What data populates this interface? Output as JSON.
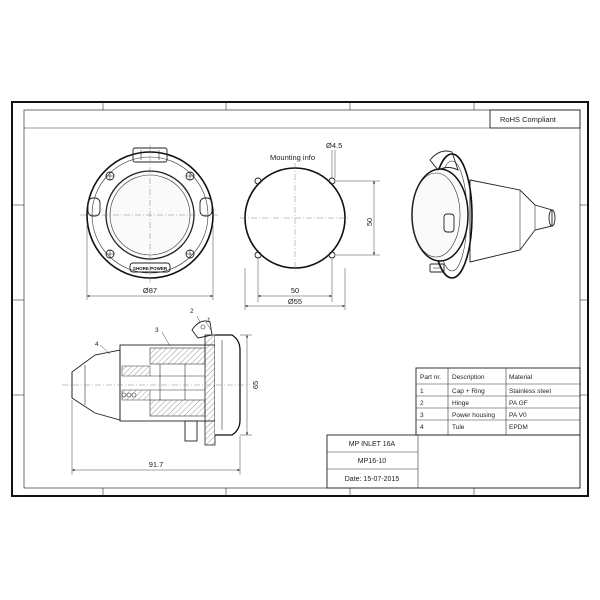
{
  "header": {
    "rohs": "RoHS Compliant"
  },
  "front_view": {
    "diameter": "Ø87",
    "logo_text": "SHORE POWER"
  },
  "mounting": {
    "title": "Mounting info",
    "hole": "Ø4.5",
    "width": "50",
    "height": "50",
    "diameter": "Ø55"
  },
  "section_view": {
    "callouts": [
      "1",
      "2",
      "3",
      "4"
    ],
    "height": "65",
    "length": "91.7"
  },
  "parts_table": {
    "headers": [
      "Part nr.",
      "Description",
      "Material"
    ],
    "rows": [
      [
        "1",
        "Cap + Ring",
        "Stainless steel"
      ],
      [
        "2",
        "Hinge",
        "PA GF"
      ],
      [
        "3",
        "Power housing",
        "PA V0"
      ],
      [
        "4",
        "Tule",
        "EPDM"
      ]
    ]
  },
  "title_block": {
    "name": "MP INLET 16A",
    "code": "MP16-10",
    "date": "Date: 15-07-2015"
  }
}
